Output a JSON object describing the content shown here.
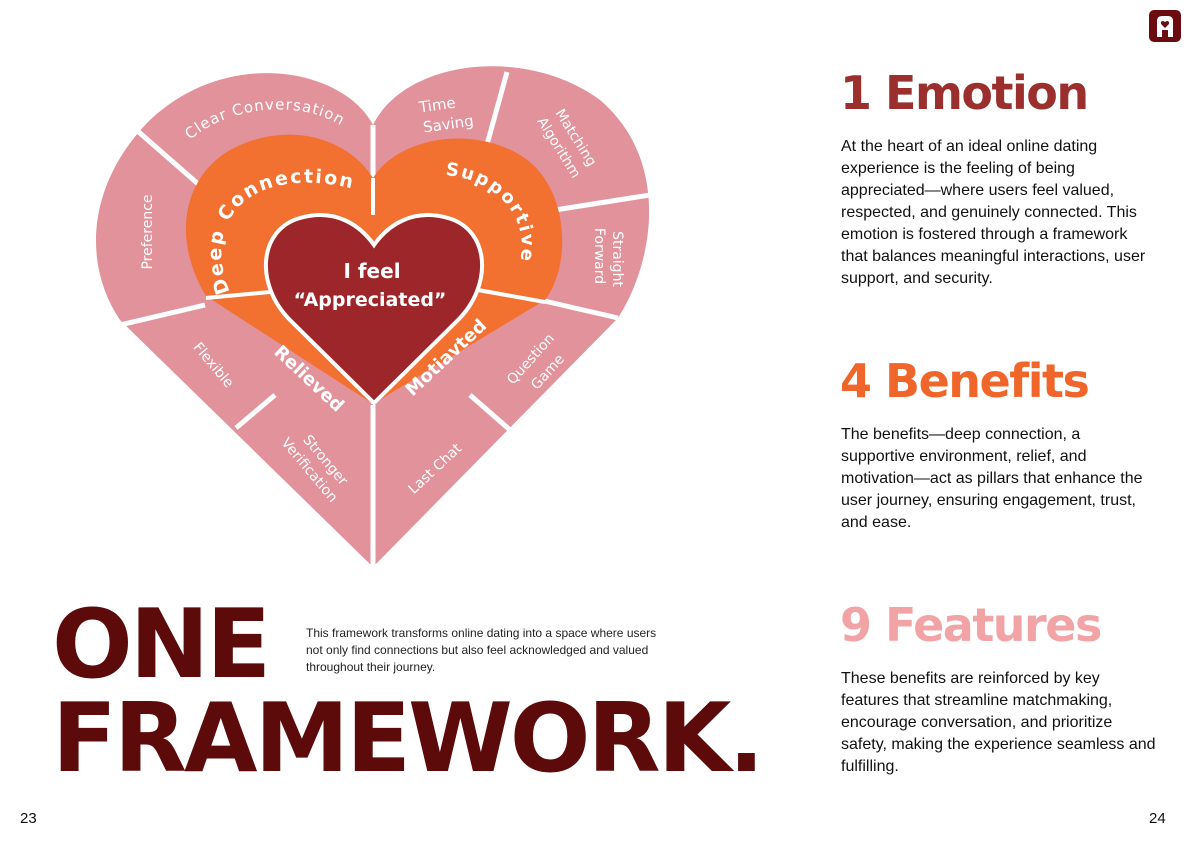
{
  "colors": {
    "outer": "#e2929b",
    "middle": "#f27030",
    "inner": "#9c262a",
    "title_dark": "#5c0a0a",
    "emotion": "#9b2f2e",
    "benefits": "#f0652a",
    "features": "#f1a3a6"
  },
  "diagram": {
    "core_line1": "I feel",
    "core_line2": "“Appreciated”",
    "benefits": {
      "deep_connection": "Deep Connection",
      "supportive": "Supportive",
      "relieved": "Relieved",
      "motivated": "Motiavted"
    },
    "features": {
      "clear_conversation": "Clear Conversation",
      "time_saving_1": "Time",
      "time_saving_2": "Saving",
      "matching_1": "Matching",
      "matching_2": "Algorithm",
      "straight_1": "Straight",
      "straight_2": "Forward",
      "preference": "Preference",
      "flexible": "Flexible",
      "stronger_1": "Stronger",
      "stronger_2": "Verification",
      "last_chat": "Last Chat",
      "question_1": "Question",
      "question_2": "Game"
    }
  },
  "left_page": {
    "title_line1": "ONE",
    "title_line2": "FRAMEWORK.",
    "intro": "This framework transforms online dating into a space where users not only find connections but also feel acknowledged and valued throughout their journey.",
    "page_number": "23"
  },
  "right_page": {
    "emotion_heading": "1 Emotion",
    "emotion_text": "At the heart of an ideal online dating experience is the feeling of being appreciated—where users feel valued, respected, and genuinely connected. This emotion is fostered through a framework that balances meaningful interactions, user support, and security.",
    "benefits_heading": "4 Benefits",
    "benefits_text": "The benefits—deep connection, a supportive environment, relief, and motivation—act as pillars that enhance the user journey, ensuring engagement, trust, and ease.",
    "features_heading": "9 Features",
    "features_text": "These benefits are reinforced by key features that streamline matchmaking, encourage conversation, and prioritize safety, making the experience seamless and fulfilling.",
    "page_number": "24",
    "logo_icon": "heart-door-logo-icon"
  }
}
